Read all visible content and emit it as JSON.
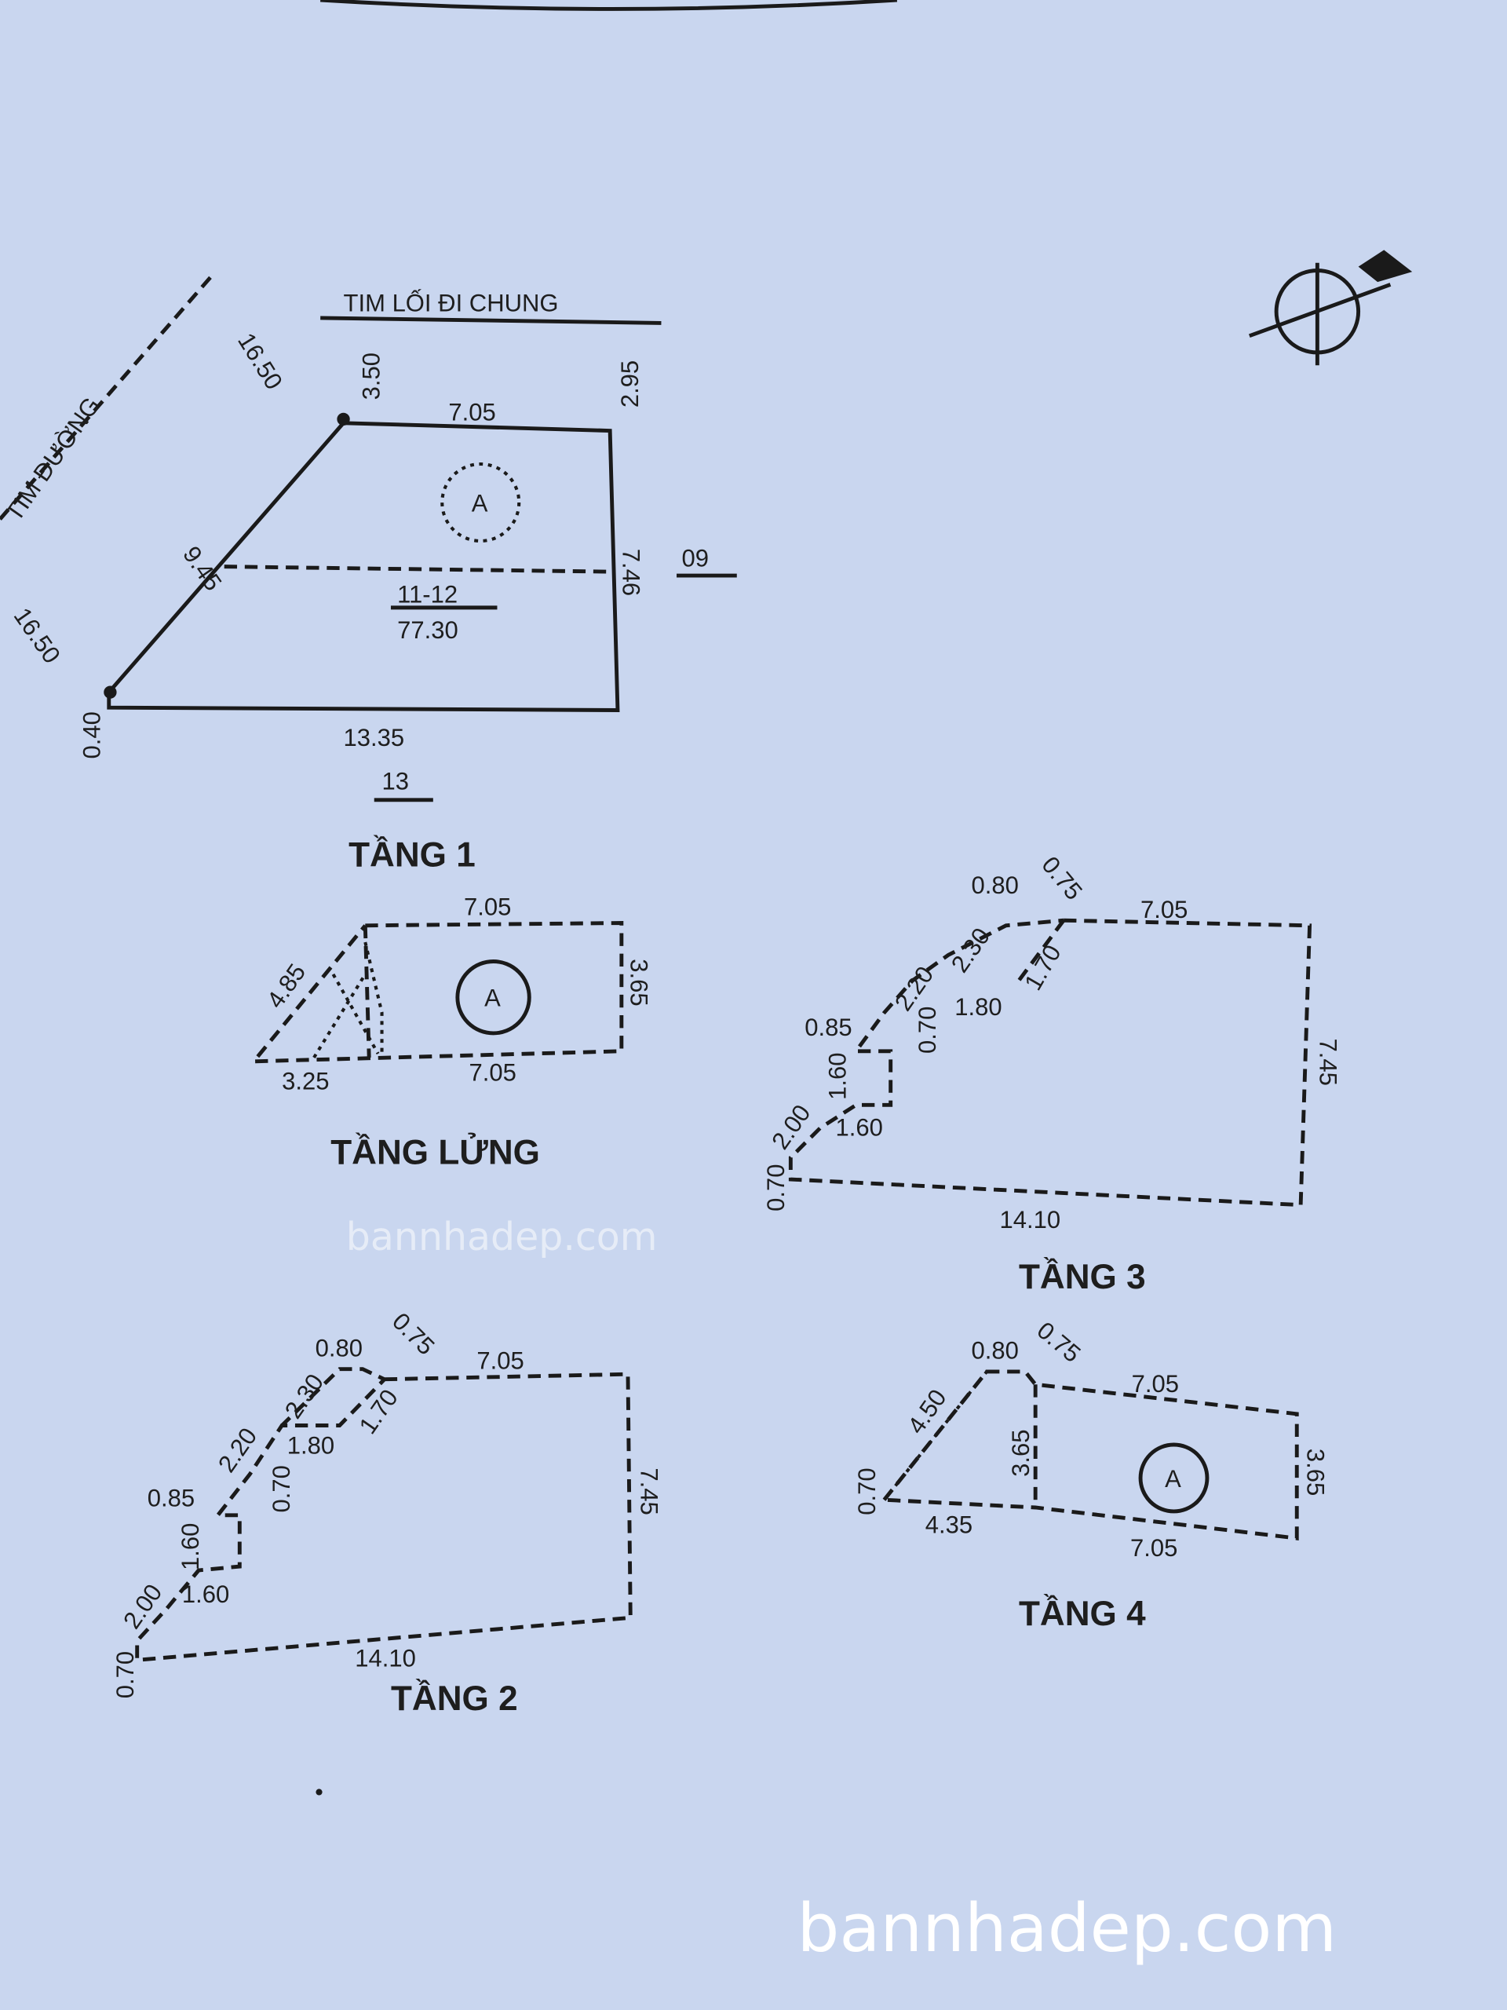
{
  "plan_1": {
    "title": "TẦNG 1",
    "road_label": "TIM ĐƯỜNG",
    "lane_label": "TIM LỐI ĐI CHUNG",
    "dim_road_top": "16.50",
    "dim_road_bottom": "16.50",
    "dim_setback_left": "3.50",
    "dim_setback_right": "2.95",
    "dim_top": "7.05",
    "dim_diagonal": "9.45",
    "dim_right": "7.46",
    "dim_bottom": "13.35",
    "dim_corner": "0.40",
    "zone_label": "A",
    "lot_number": "11-12",
    "lot_area": "77.30",
    "neighbor_right": "09",
    "neighbor_bottom": "13"
  },
  "plan_mezzanine": {
    "title": "TẦNG LỬNG",
    "dim_top": "7.05",
    "dim_diagonal": "4.85",
    "dim_right": "3.65",
    "dim_bottom_left": "3.25",
    "dim_bottom": "7.05",
    "zone_label": "A"
  },
  "plan_3": {
    "title": "TẦNG 3",
    "dims": [
      "0.80",
      "0.75",
      "7.05",
      "2.30",
      "2.20",
      "1.80",
      "1.70",
      "0.70",
      "0.85",
      "1.60",
      "1.60",
      "2.00",
      "0.70",
      "7.45",
      "14.10"
    ]
  },
  "plan_2": {
    "title": "TẦNG 2",
    "dims": [
      "0.80",
      "0.75",
      "7.05",
      "2.30",
      "1.70",
      "1.80",
      "2.20",
      "0.70",
      "0.85",
      "1.60",
      "1.60",
      "2.00",
      "0.70",
      "7.45",
      "14.10"
    ]
  },
  "plan_4": {
    "title": "TẦNG 4",
    "dims": [
      "0.80",
      "0.75",
      "7.05",
      "4.50",
      "3.65",
      "3.65",
      "0.70",
      "4.35",
      "7.05"
    ],
    "zone_label": "A"
  },
  "watermark": "bannhadep.com",
  "watermark_large": "bannhadep.com"
}
